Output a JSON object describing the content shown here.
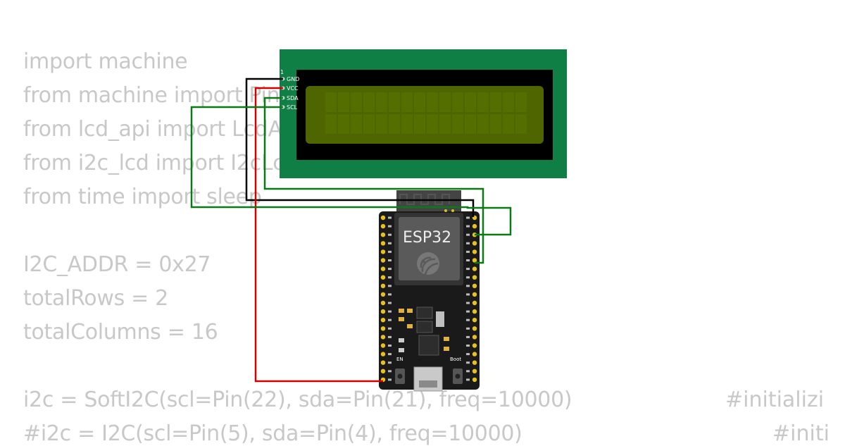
{
  "code": {
    "lines": [
      "import machine",
      "from machine import Pin",
      "from lcd_api import LcdApi",
      "from i2c_lcd import I2cLcd",
      "from time import sleep",
      "",
      "I2C_ADDR = 0x27",
      "totalRows = 2",
      "totalColumns = 16",
      "",
      "i2c = SoftI2C(scl=Pin(22), sda=Pin(21), freq=10000)",
      "#i2c = I2C(scl=Pin(5), sda=Pin(4), freq=10000)"
    ],
    "right_comments": [
      "#initializi",
      "#initi"
    ]
  },
  "lcd": {
    "pin_number": "1",
    "pins": [
      "GND",
      "VCC",
      "SDA",
      "SCL"
    ],
    "board_color": "#0f7f45",
    "screen_color": "#4f6600"
  },
  "esp32": {
    "label": "ESP32",
    "button_en": "EN",
    "button_boot": "Boot"
  },
  "wires": {
    "gnd_color": "#000000",
    "vcc_color": "#d40000",
    "signal_color": "#0a7a14"
  }
}
